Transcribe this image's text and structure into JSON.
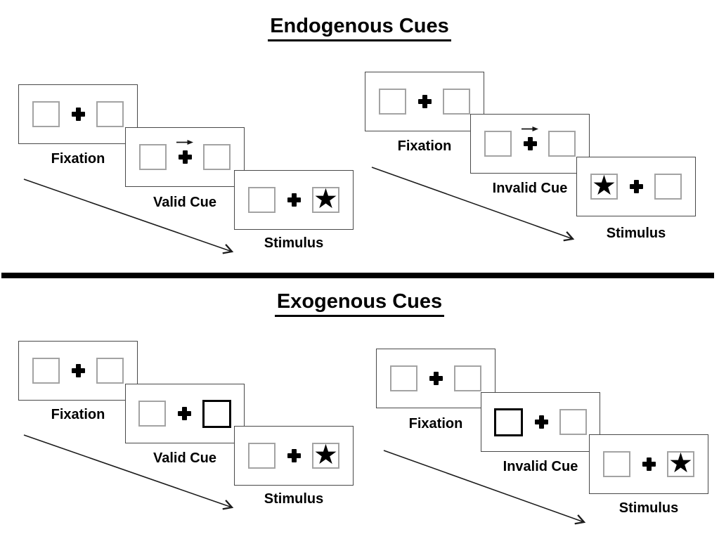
{
  "colors": {
    "background": "#ffffff",
    "ink": "#000000",
    "panel_border": "#484848",
    "box_border": "#a3a3a3",
    "cue_highlight_border": "#000000"
  },
  "symbols": {
    "star": "★"
  },
  "sections": [
    {
      "title": "Endogenous Cues",
      "trials": [
        {
          "name": "valid-trial",
          "panels": [
            {
              "label": "Fixation",
              "left_box": "empty",
              "cue_symbol": "plus",
              "right_box": "empty"
            },
            {
              "label": "Valid Cue",
              "left_box": "empty",
              "cue_symbol": "plus-with-right-arrow",
              "right_box": "empty"
            },
            {
              "label": "Stimulus",
              "left_box": "empty",
              "cue_symbol": "plus",
              "right_box": "star"
            }
          ]
        },
        {
          "name": "invalid-trial",
          "panels": [
            {
              "label": "Fixation",
              "left_box": "empty",
              "cue_symbol": "plus",
              "right_box": "empty"
            },
            {
              "label": "Invalid Cue",
              "left_box": "empty",
              "cue_symbol": "plus-with-right-arrow",
              "right_box": "empty"
            },
            {
              "label": "Stimulus",
              "left_box": "star",
              "cue_symbol": "plus",
              "right_box": "empty"
            }
          ]
        }
      ]
    },
    {
      "title": "Exogenous Cues",
      "trials": [
        {
          "name": "valid-trial",
          "panels": [
            {
              "label": "Fixation",
              "left_box": "empty",
              "cue_symbol": "plus",
              "right_box": "empty"
            },
            {
              "label": "Valid Cue",
              "left_box": "empty",
              "cue_symbol": "plus",
              "right_box": "highlight-cue"
            },
            {
              "label": "Stimulus",
              "left_box": "empty",
              "cue_symbol": "plus",
              "right_box": "star"
            }
          ]
        },
        {
          "name": "invalid-trial",
          "panels": [
            {
              "label": "Fixation",
              "left_box": "empty",
              "cue_symbol": "plus",
              "right_box": "empty"
            },
            {
              "label": "Invalid Cue",
              "left_box": "highlight-cue",
              "cue_symbol": "plus",
              "right_box": "empty"
            },
            {
              "label": "Stimulus",
              "left_box": "empty",
              "cue_symbol": "plus",
              "right_box": "star"
            }
          ]
        }
      ]
    }
  ]
}
